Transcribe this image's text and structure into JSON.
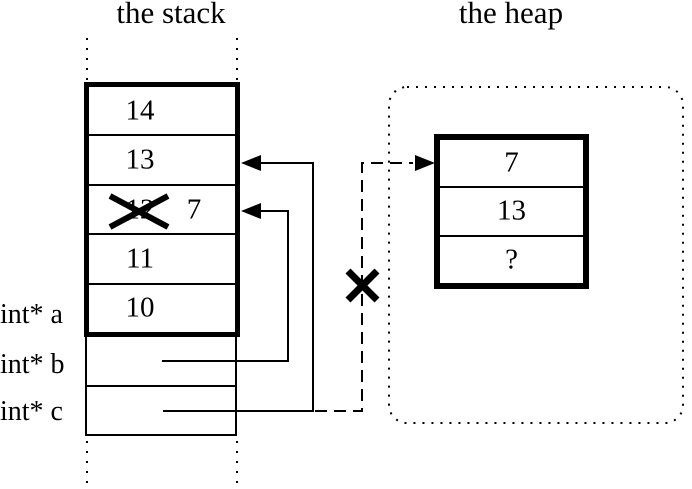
{
  "titles": {
    "stack": "the stack",
    "heap": "the heap"
  },
  "stack": {
    "cells": [
      {
        "value": "14"
      },
      {
        "value": "13"
      },
      {
        "value": "12",
        "new_value": "7",
        "crossed": true
      },
      {
        "value": "11"
      },
      {
        "value": "10"
      }
    ],
    "labels": [
      {
        "text": "int* a"
      },
      {
        "text": "int* b"
      },
      {
        "text": "int* c"
      }
    ]
  },
  "heap": {
    "cells": [
      {
        "value": "7"
      },
      {
        "value": "13"
      },
      {
        "value": "?"
      }
    ]
  },
  "colors": {
    "ink": "#000000",
    "background": "#ffffff"
  }
}
